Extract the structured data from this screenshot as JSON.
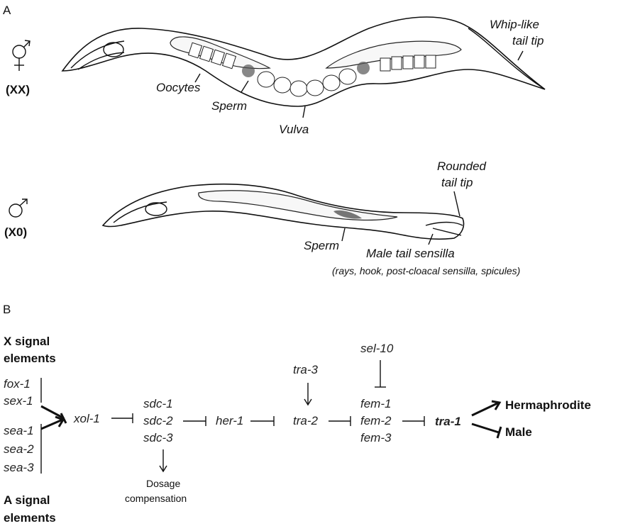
{
  "panelA": {
    "label": "A",
    "herm": {
      "symbol": "⚥",
      "karyotype": "(XX)"
    },
    "male": {
      "symbol": "♂",
      "karyotype": "(X0)"
    },
    "herm_labels": {
      "oocytes": "Oocytes",
      "sperm": "Sperm",
      "vulva": "Vulva",
      "tail_line1": "Whip-like",
      "tail_line2": "tail tip"
    },
    "male_labels": {
      "tail_line1": "Rounded",
      "tail_line2": "tail tip",
      "sperm": "Sperm",
      "sensilla": "Male tail sensilla",
      "sensilla_detail": "(rays, hook, post-cloacal sensilla, spicules)"
    }
  },
  "panelB": {
    "label": "B",
    "x_signal_line1": "X signal",
    "x_signal_line2": "elements",
    "a_signal_line1": "A signal",
    "a_signal_line2": "elements",
    "genes": {
      "fox1": "fox-1",
      "sex1": "sex-1",
      "sea1": "sea-1",
      "sea2": "sea-2",
      "sea3": "sea-3",
      "xol1": "xol-1",
      "sdc1": "sdc-1",
      "sdc2": "sdc-2",
      "sdc3": "sdc-3",
      "her1": "her-1",
      "tra3": "tra-3",
      "tra2": "tra-2",
      "sel10": "sel-10",
      "fem1": "fem-1",
      "fem2": "fem-2",
      "fem3": "fem-3",
      "tra1": "tra-1"
    },
    "dosage_line1": "Dosage",
    "dosage_line2": "compensation",
    "out_herm": "Hermaphrodite",
    "out_male": "Male"
  }
}
